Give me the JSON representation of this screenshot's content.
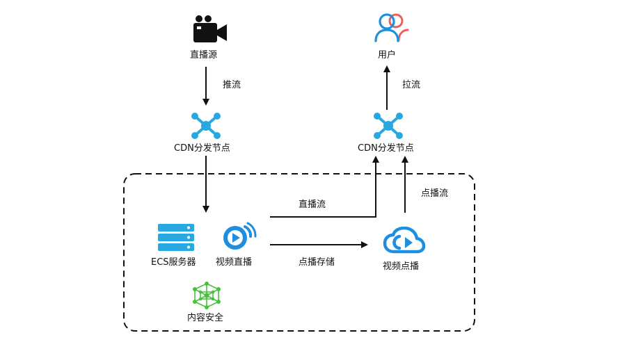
{
  "nodes": {
    "live_source": {
      "label": "直播源",
      "icon": "video-camera-icon"
    },
    "user": {
      "label": "用户",
      "icon": "users-icon"
    },
    "cdn_left": {
      "label": "CDN分发节点",
      "icon": "cdn-network-icon"
    },
    "cdn_right": {
      "label": "CDN分发节点",
      "icon": "cdn-network-icon"
    },
    "ecs": {
      "label": "ECS服务器",
      "icon": "server-icon"
    },
    "live_video": {
      "label": "视频直播",
      "icon": "live-broadcast-icon"
    },
    "vod": {
      "label": "视频点播",
      "icon": "cloud-play-icon"
    },
    "content_security": {
      "label": "内容安全",
      "icon": "security-network-icon"
    }
  },
  "edges": {
    "push_stream": "推流",
    "pull_stream": "拉流",
    "live_stream": "直播流",
    "vod_stream": "点播流",
    "vod_storage": "点播存储"
  },
  "colors": {
    "blue": "#1e8fe0",
    "cyan": "#28a8e0",
    "red": "#e8615a",
    "green": "#46c23c",
    "black": "#111111"
  }
}
